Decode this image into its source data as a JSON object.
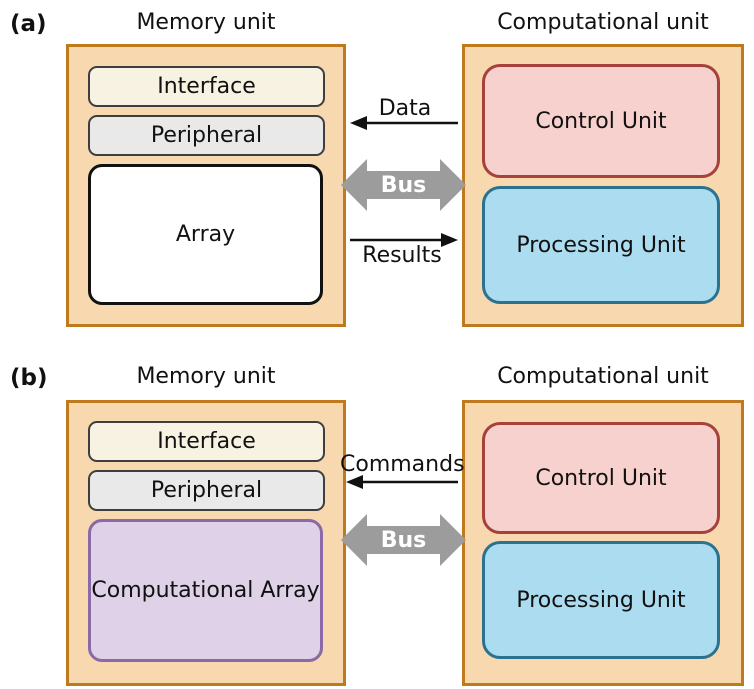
{
  "figure": {
    "panels": [
      {
        "label": "(a)",
        "memory_unit": {
          "title": "Memory unit",
          "interface_label": "Interface",
          "peripheral_label": "Peripheral",
          "array_label": "Array"
        },
        "computational_unit": {
          "title": "Computational unit",
          "control_label": "Control Unit",
          "processing_label": "Processing Unit"
        },
        "connections": {
          "to_memory_label": "Data",
          "bus_label": "Bus",
          "to_computational_label": "Results"
        }
      },
      {
        "label": "(b)",
        "memory_unit": {
          "title": "Memory unit",
          "interface_label": "Interface",
          "peripheral_label": "Peripheral",
          "array_label": "Computational Array"
        },
        "computational_unit": {
          "title": "Computational unit",
          "control_label": "Control Unit",
          "processing_label": "Processing Unit"
        },
        "connections": {
          "to_memory_label": "Commands",
          "bus_label": "Bus"
        }
      }
    ],
    "colors": {
      "unit_fill": "#F8D8AE",
      "unit_border": "#C07A1E",
      "interface_fill": "#F7F2E2",
      "peripheral_fill": "#E9E9E9",
      "array_fill": "#FFFFFF",
      "box_border_dark": "#3E3E3E",
      "array_border": "#111111",
      "control_fill": "#F7D1CE",
      "control_border": "#A6413C",
      "processing_fill": "#ABDCEF",
      "processing_border": "#2B7291",
      "computational_array_fill": "#DFD1E7",
      "computational_array_border": "#8A69A6",
      "bus_fill": "#9C9C9C",
      "bus_text": "#FFFFFF",
      "arrow_color": "#111111"
    }
  }
}
